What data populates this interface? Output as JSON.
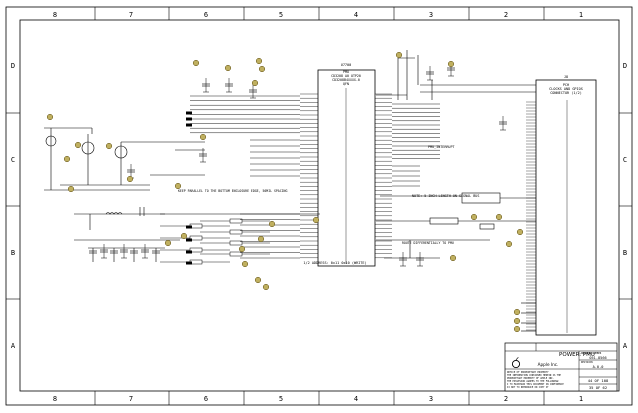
{
  "border": {
    "columns_top": [
      "8",
      "7",
      "6",
      "5",
      "4",
      "3",
      "2",
      "1"
    ],
    "columns_bottom": [
      "8",
      "7",
      "6",
      "5",
      "4",
      "3",
      "2",
      "1"
    ],
    "rows_left": [
      "D",
      "C",
      "B",
      "A"
    ],
    "rows_right": [
      "D",
      "C",
      "B",
      "A"
    ]
  },
  "pmu": {
    "ref": "U7700",
    "part_lines": [
      "PMU",
      "CD3208 A0 OTP20",
      "CD3208B4XXXX-0",
      "QFN"
    ],
    "footer": "1/2 ADDRESS: 0x11 0x10 (WRITE)"
  },
  "connector": {
    "ref": "J8",
    "title_lines": [
      "PCH",
      "CLOCKS AND GPIOS",
      "CONNECTOR (1/2)"
    ]
  },
  "annotations": {
    "signal_note": "NOTE: 5 INCH LENGTH ON SIGNAL BUS",
    "pmu_note": "PMU_INTERRUPT",
    "length_note": "KEEP PARALLEL TO THE BOTTOM ENCLOSURE EDGE, 50MIL SPACING",
    "routing_note": "ROUTE DIFFERENTIALLY TO PMU"
  },
  "title_block": {
    "company": "Apple Inc.",
    "title": "POWER: PMU",
    "dwg_label": "DRAWING NUMBER",
    "dwg": "051-8566",
    "rev_label": "REVISION",
    "rev": "A.0.0",
    "sheet": "44 OF 108",
    "page": "35 OF 62",
    "notice": [
      "NOTICE OF PROPRIETARY PROPERTY",
      "THE INFORMATION CONTAINED HEREIN IS THE",
      "PROPRIETARY PROPERTY OF APPLE INC.",
      "THE POSSESSOR AGREES TO THE FOLLOWING:",
      "I TO MAINTAIN THIS DOCUMENT IN CONFIDENCE",
      "II NOT TO REPRODUCE OR COPY IT",
      "III NOT TO REVEAL OR PUBLISH IT IN WHOLE OR PART"
    ]
  },
  "colors": {
    "ink": "#000000",
    "marker_fill": "#c0b060",
    "marker_stroke": "#5a4a10"
  }
}
